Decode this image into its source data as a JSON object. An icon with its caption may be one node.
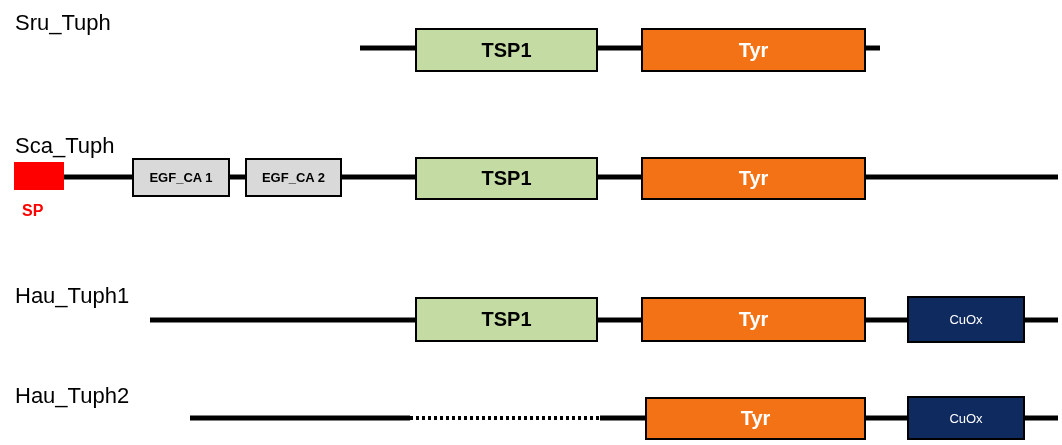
{
  "diagram": {
    "nodes": [
      {
        "text": [
          "TSP1"
        ]
      },
      {
        "text": [
          "Tyr"
        ]
      },
      {
        "text": [],
        "shape": "box",
        "beside": [
          "SP"
        ]
      },
      {
        "text": [
          "EGF_CA 1"
        ]
      },
      {
        "text": [
          "EGF_CA 2"
        ]
      },
      {
        "text": [
          "TSP1"
        ]
      },
      {
        "text": [
          "Tyr"
        ]
      },
      {
        "text": [
          "TSP1"
        ]
      },
      {
        "text": [
          "Tyr"
        ]
      },
      {
        "text": [
          "CuOx"
        ]
      },
      {
        "text": [
          "Tyr"
        ]
      },
      {
        "text": [
          "CuOx"
        ]
      }
    ],
    "labels": [
      "Sru_Tuph",
      "Sca_Tuph",
      "Hau_Tuph1",
      "Hau_Tuph2"
    ]
  }
}
